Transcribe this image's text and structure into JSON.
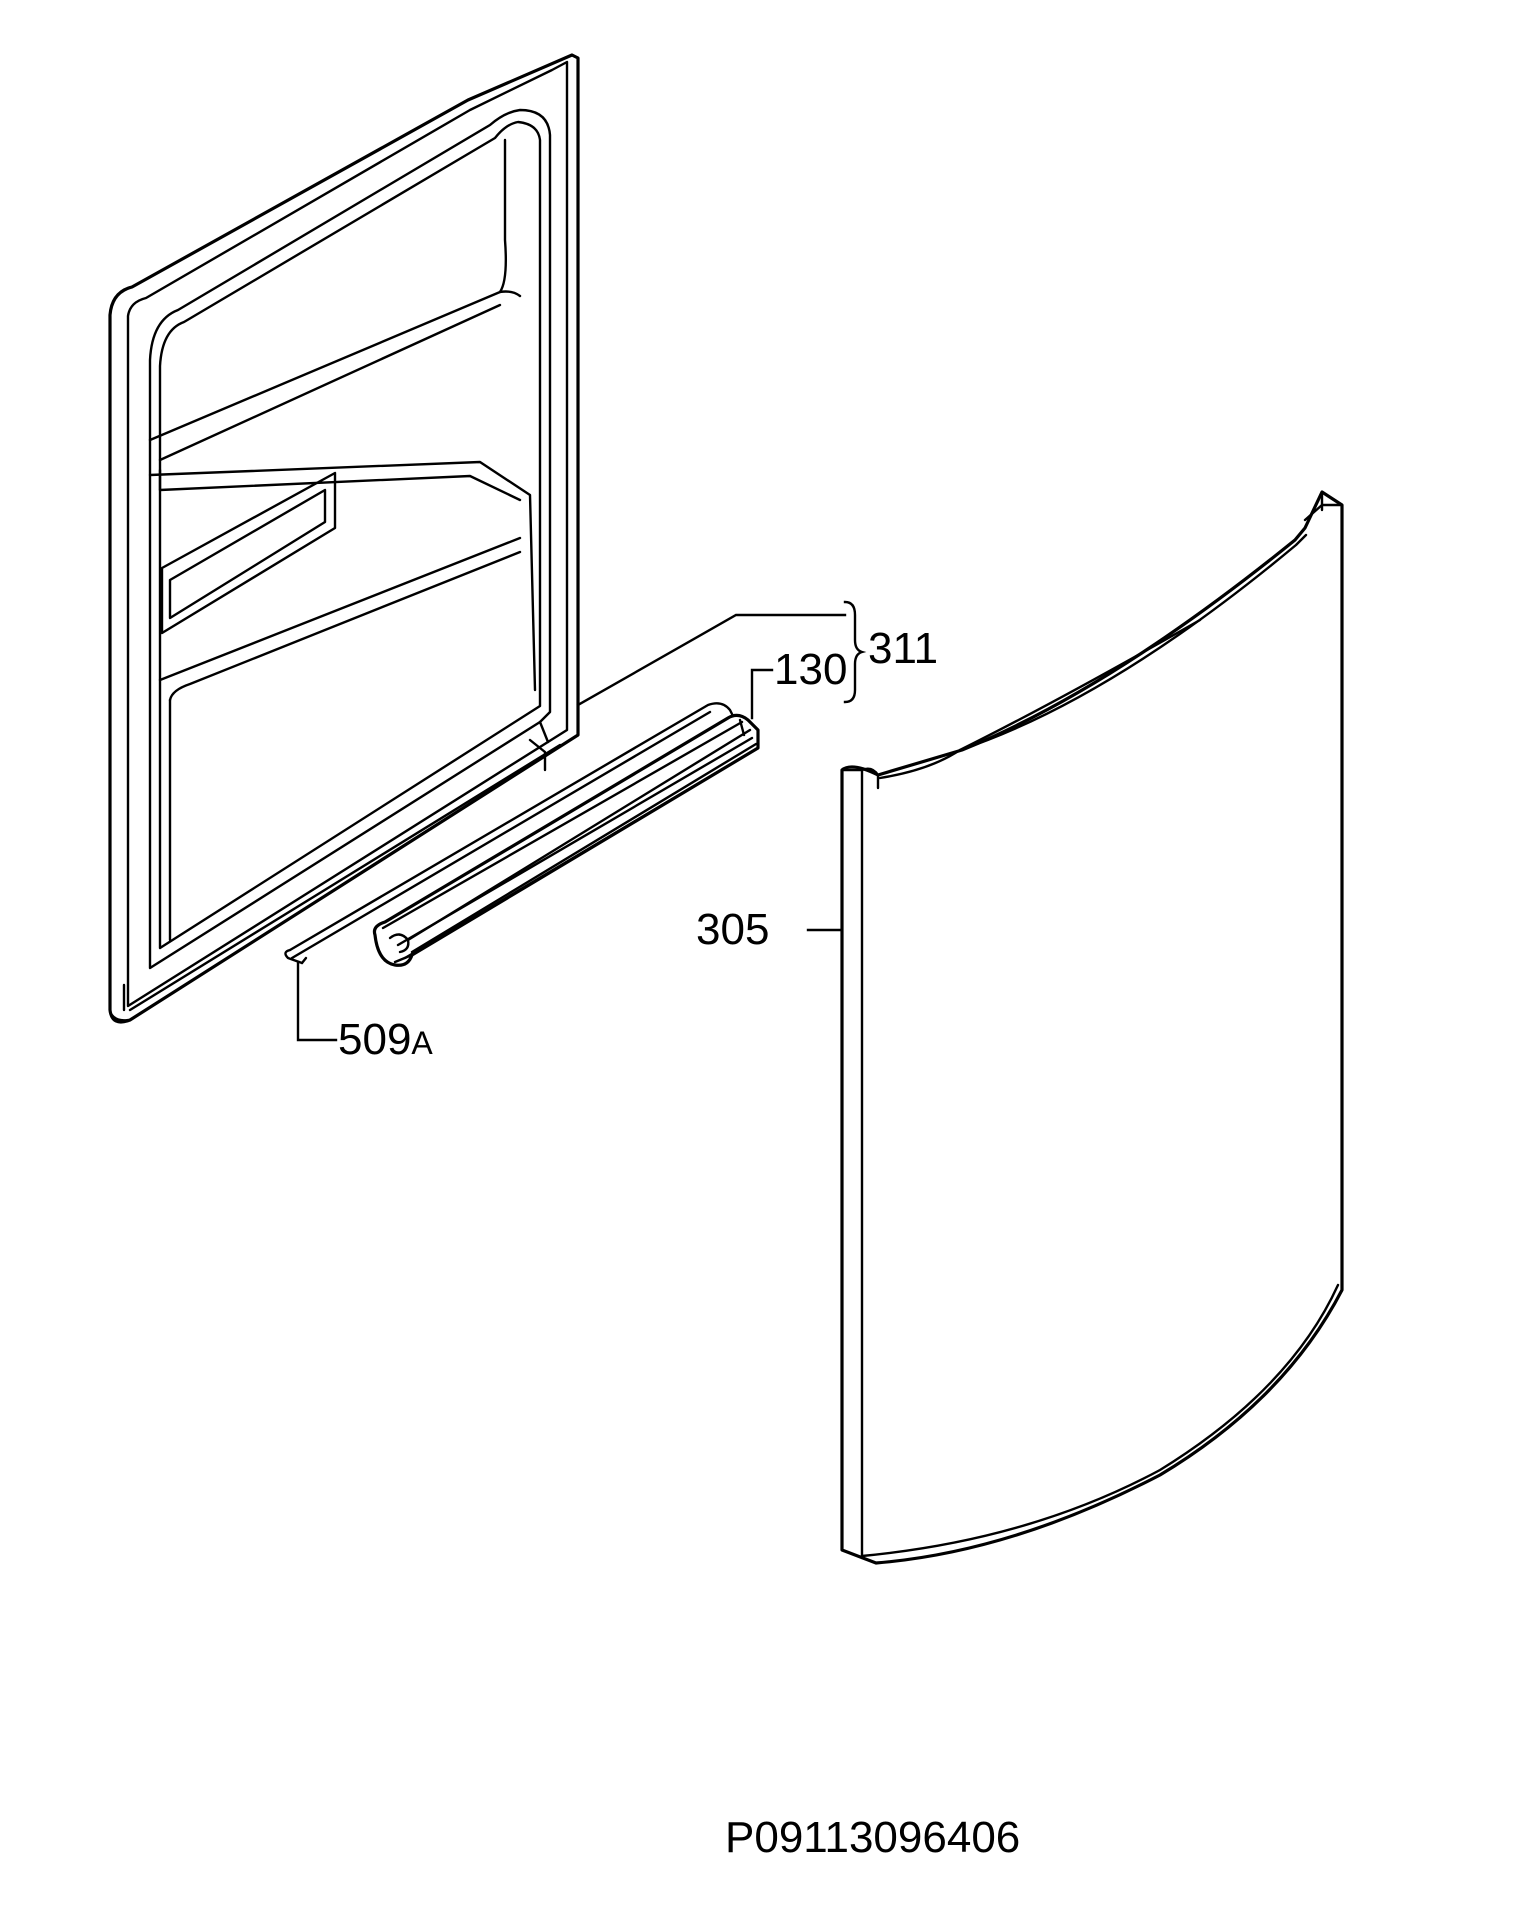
{
  "diagram": {
    "parts": [
      {
        "id": "inner-door-panel"
      },
      {
        "id": "door-gasket"
      },
      {
        "id": "hinge-rod"
      },
      {
        "id": "outer-door-panel"
      }
    ],
    "callouts": {
      "c311": {
        "label": "311"
      },
      "c130": {
        "label": "130"
      },
      "c305": {
        "label": "305"
      },
      "c509": {
        "label": "509",
        "suffix": "A"
      }
    },
    "drawing_code": "P09113096406"
  }
}
